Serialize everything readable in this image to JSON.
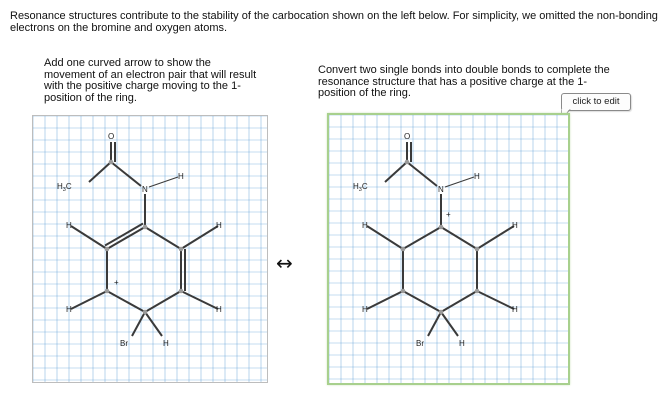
{
  "intro_text": "Resonance structures contribute to the stability of the carbocation shown on the left below. For simplicity, we omitted the non-bonding electrons on the bromine and oxygen atoms.",
  "left_panel": {
    "instructions": "Add one curved arrow to show the movement of an electron pair that will result with the positive charge moving to the 1-position of the ring."
  },
  "right_panel": {
    "instructions": "Convert two single bonds into double bonds to complete the resonance structure that has a positive charge at the 1-position of the ring.",
    "callout": "click to edit"
  },
  "resonance_arrow": "↔",
  "atoms": {
    "oxygen": "O",
    "nitrogen": "N",
    "methyl_h": "H",
    "methyl_sub": "3",
    "methyl_c": "C",
    "hydrogen": "H",
    "bromine": "Br",
    "plus": "+"
  },
  "colors": {
    "grid": "#5b9bd5",
    "bond": "#3a3a3a",
    "atom_node": "#9a9a9a",
    "panel_border_active": "#a8d08d"
  }
}
